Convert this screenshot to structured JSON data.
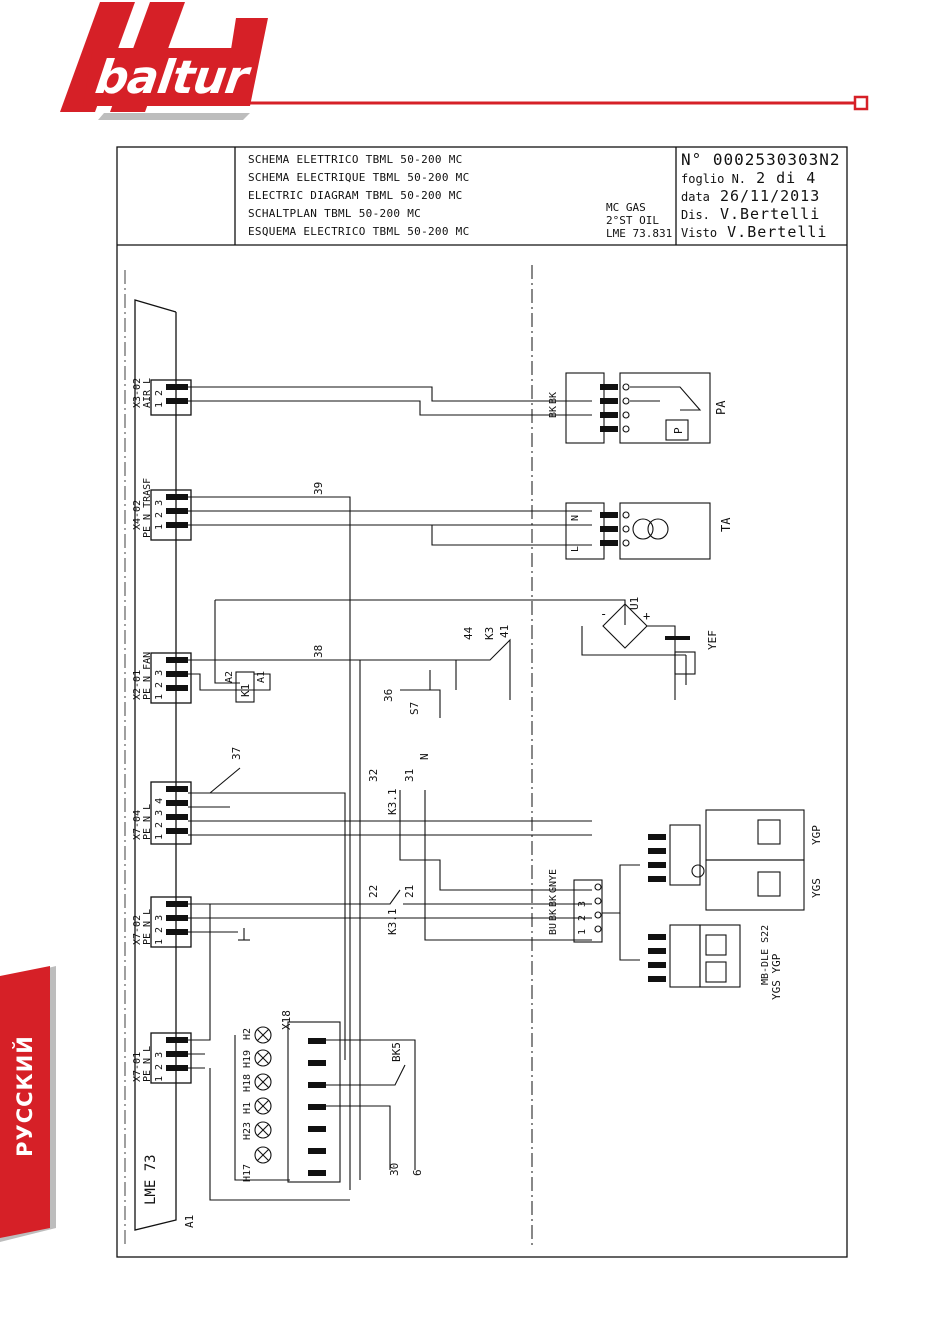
{
  "brand": {
    "logo": "baltur",
    "red": "#d62027",
    "shadow": "#bdbdbd"
  },
  "language_tab": "РУССКИЙ",
  "title_block": {
    "lines": [
      "SCHEMA ELETTRICO TBML 50-200 MC",
      "SCHEMA ELECTRIQUE TBML 50-200 MC",
      "ELECTRIC DIAGRAM TBML 50-200 MC",
      "SCHALTPLAN TBML 50-200 MC",
      "ESQUEMA ELECTRICO TBML 50-200 MC"
    ],
    "variant": [
      "MC GAS",
      "2°ST OIL",
      "LME 73.831"
    ],
    "number": "N° 0002530303N2",
    "sheet_label": "foglio N.",
    "sheet": "2 di 4",
    "date_label": "data",
    "date": "26/11/2013",
    "dis_label": "Dis.",
    "dis": "V.Bertelli",
    "visto_label": "Visto",
    "visto": "V.Bertelli"
  },
  "diagram": {
    "controller": "LME 73",
    "controller_ref": "A1",
    "connectors": [
      {
        "id": "X3-02",
        "pins": "AIR  L",
        "nums": "1 2"
      },
      {
        "id": "X4-02",
        "pins": "PE  N  TRASF",
        "nums": "1 2 3"
      },
      {
        "id": "X2-01",
        "pins": "PE  N  FAN",
        "nums": "1 2 3"
      },
      {
        "id": "X7-04",
        "pins": "PE  N  L",
        "nums": "1 2 3 4"
      },
      {
        "id": "X7-02",
        "pins": "PE  N  L",
        "nums": "1 2 3"
      },
      {
        "id": "X7-01",
        "pins": "PE  N  L",
        "nums": "1 2 3"
      }
    ],
    "components": {
      "pressure_switch": "PA",
      "pressure_symbol": "P",
      "transformer": "TA",
      "rectifier": "U1",
      "valve": "YEF",
      "relay": "K1",
      "relay_contact": "K3",
      "relay_contact_a": "K3.1",
      "switch": "S7",
      "lamps_block": "X18",
      "gas_valves_1": "YGS YGP",
      "gas_valves_2": "MB-DLE S22",
      "ygp": "YGP",
      "ygs": "YGS"
    },
    "wire_numbers": [
      "39",
      "38",
      "37",
      "36",
      "44",
      "41",
      "32",
      "31",
      "22",
      "21",
      "30",
      "6",
      "BK5",
      "N"
    ],
    "wire_colors": [
      "BK",
      "BK",
      "GNYE",
      "BK",
      "BK",
      "BU"
    ],
    "lamps": [
      "H17",
      "H23",
      "H1",
      "H18",
      "H19",
      "H2"
    ],
    "misc_labels": [
      "A2",
      "A1",
      "+",
      "-",
      "N",
      "L",
      "1",
      "2",
      "3"
    ]
  }
}
